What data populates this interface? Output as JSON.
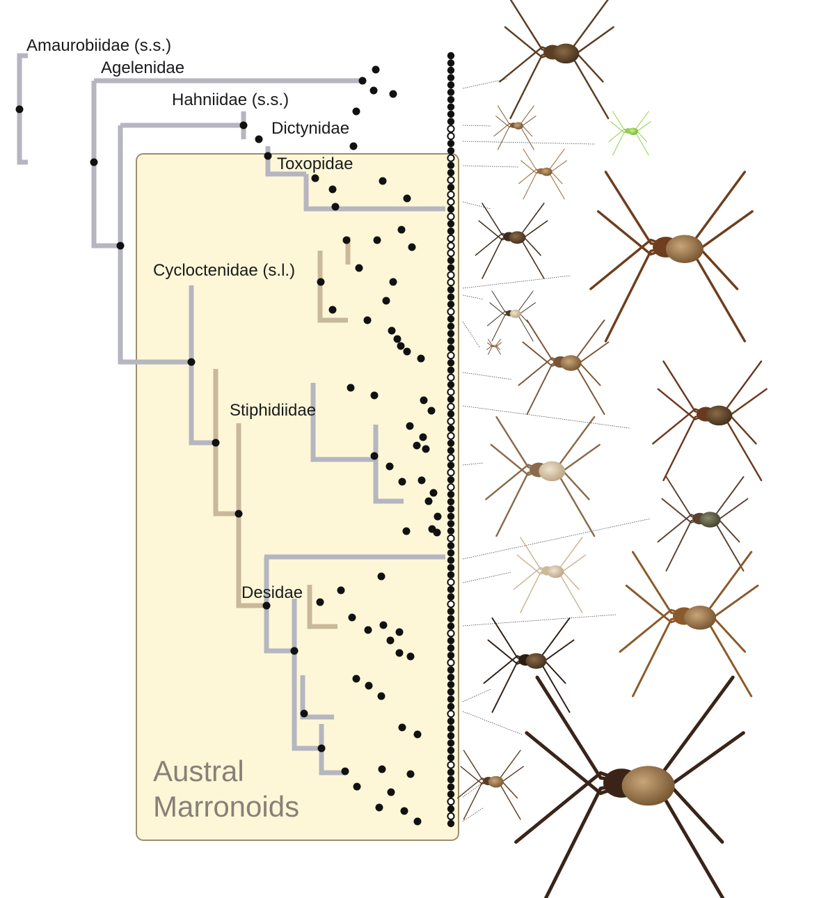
{
  "clades": [
    {
      "id": "amaurobiidae",
      "label": "Amaurobiidae (s.s.)"
    },
    {
      "id": "agelenidae",
      "label": "Agelenidae"
    },
    {
      "id": "hahniidae",
      "label": "Hahniidae (s.s.)"
    },
    {
      "id": "dictynidae",
      "label": "Dictynidae"
    },
    {
      "id": "toxopidae",
      "label": "Toxopidae"
    },
    {
      "id": "cycloctenidae",
      "label": "Cycloctenidae (s.l.)"
    },
    {
      "id": "stiphidiidae",
      "label": "Stiphidiidae"
    },
    {
      "id": "desidae",
      "label": "Desidae"
    }
  ],
  "highlight_group": {
    "line1": "Austral",
    "line2": "Marronoids"
  },
  "colors": {
    "box_fill": "#fdf7d8",
    "box_stroke": "#a08a6a",
    "branch_grey": "#b5b6bf",
    "branch_tan": "#c9b89a",
    "state_blue": "#3b2f86",
    "state_orange": "#f2a21b",
    "state_red": "#e0452a",
    "node_black": "#111111"
  },
  "tip_count": 106,
  "spider_photos": [
    "spider-photo-1",
    "spider-photo-2",
    "spider-photo-3",
    "spider-photo-4",
    "spider-photo-5",
    "spider-photo-6",
    "spider-photo-7",
    "spider-photo-8",
    "spider-photo-9",
    "spider-photo-10",
    "spider-photo-11",
    "spider-photo-12",
    "spider-photo-13",
    "spider-photo-14",
    "spider-photo-15",
    "spider-photo-16"
  ]
}
